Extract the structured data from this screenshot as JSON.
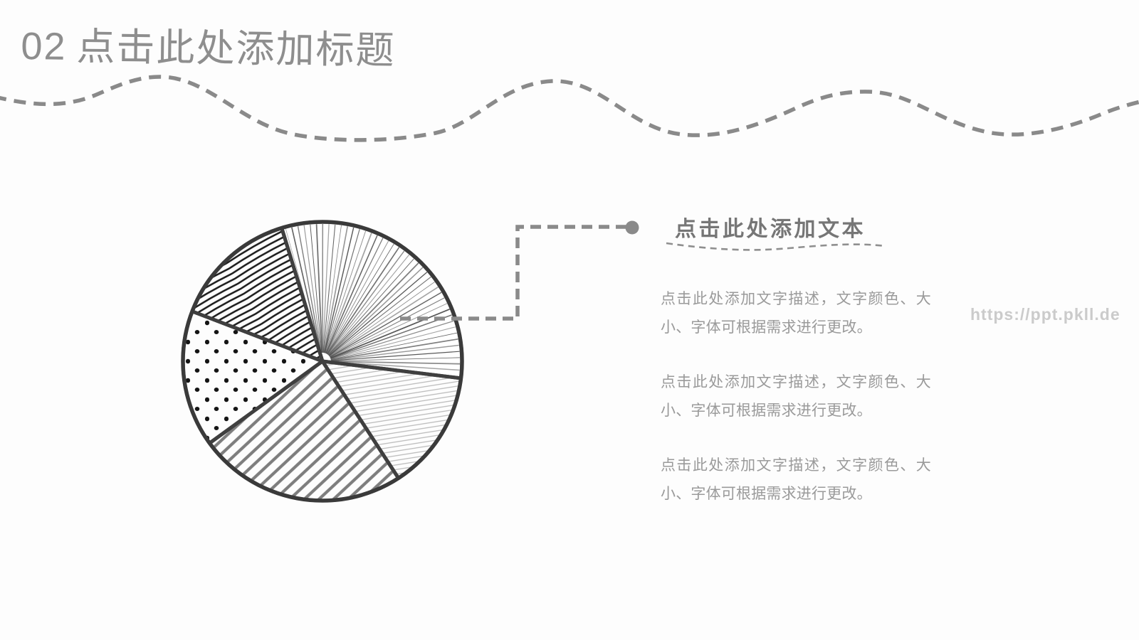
{
  "slide": {
    "background": "#fdfdfd",
    "title": {
      "number": "02",
      "text": "点击此处添加标题"
    },
    "content": {
      "heading": "点击此处添加文本",
      "paragraphs": [
        "点击此处添加文字描述，文字颜色、大小、字体可根据需求进行更改。",
        "点击此处添加文字描述，文字颜色、大小、字体可根据需求进行更改。",
        "点击此处添加文字描述，文字颜色、大小、字体可根据需求进行更改。"
      ]
    },
    "watermark": "https://ppt.pkll.de",
    "colors": {
      "accent": "#8a8a8a",
      "ink": "#3f3f3f",
      "title_text": "#8e8e8e",
      "heading_text": "#767676",
      "body_text": "#9a9a9a",
      "watermark_text": "#cbcbcb"
    }
  },
  "chart_data": {
    "type": "pie",
    "title": "",
    "legend": "none",
    "style": "hand-drawn hatched sketch pie, no labels or numeric values shown",
    "segments": [
      {
        "name": "radial-hatch",
        "pattern": "dense thin near-vertical radial pen lines",
        "start_deg": 253,
        "end_deg": 367,
        "share_pct": 31.7
      },
      {
        "name": "light-hatch",
        "pattern": "thin light-gray horizontal lines",
        "start_deg": 7,
        "end_deg": 57,
        "share_pct": 13.9
      },
      {
        "name": "diagonal-stripes",
        "pattern": "thick gray 45-degree diagonal stripes",
        "start_deg": 57,
        "end_deg": 144,
        "share_pct": 24.2
      },
      {
        "name": "polka-dots",
        "pattern": "black hand-drawn dots",
        "start_deg": 144,
        "end_deg": 201,
        "share_pct": 15.8
      },
      {
        "name": "scribble",
        "pattern": "dark zigzag scribble strokes",
        "start_deg": 201,
        "end_deg": 253,
        "share_pct": 14.4
      }
    ]
  }
}
